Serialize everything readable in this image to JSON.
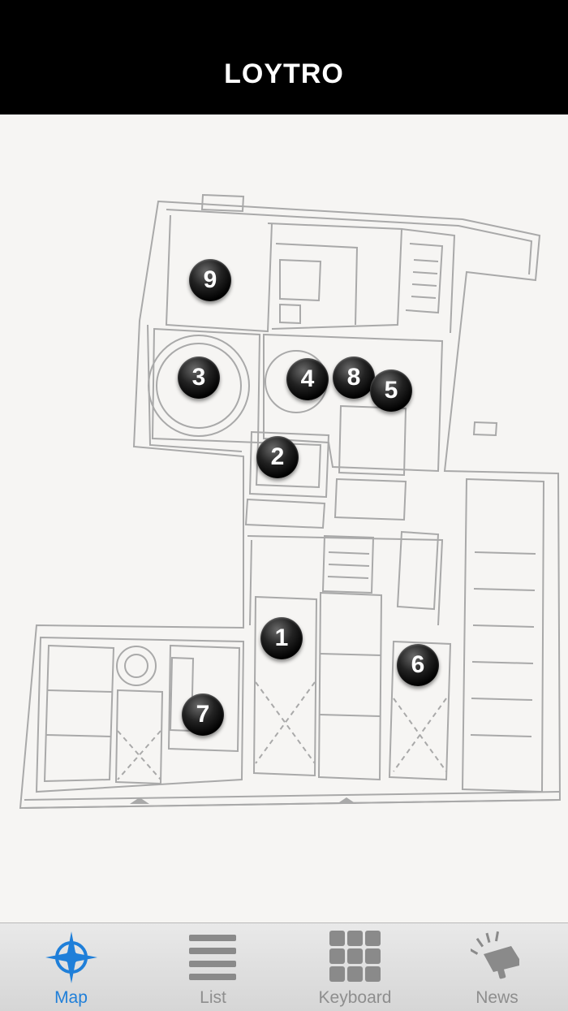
{
  "header": {
    "title": "LOYTRO"
  },
  "markers": [
    {
      "id": "1",
      "label": "1"
    },
    {
      "id": "2",
      "label": "2"
    },
    {
      "id": "3",
      "label": "3"
    },
    {
      "id": "4",
      "label": "4"
    },
    {
      "id": "5",
      "label": "5"
    },
    {
      "id": "6",
      "label": "6"
    },
    {
      "id": "7",
      "label": "7"
    },
    {
      "id": "8",
      "label": "8"
    },
    {
      "id": "9",
      "label": "9"
    }
  ],
  "tabbar": {
    "active": "map",
    "tabs": [
      {
        "id": "map",
        "label": "Map",
        "icon": "compass-icon"
      },
      {
        "id": "list",
        "label": "List",
        "icon": "list-icon"
      },
      {
        "id": "keyboard",
        "label": "Keyboard",
        "icon": "keypad-icon"
      },
      {
        "id": "news",
        "label": "News",
        "icon": "megaphone-icon"
      }
    ]
  },
  "colors": {
    "header_bg": "#000000",
    "active_tab": "#1f7fd9",
    "inactive_tab": "#8e8e8e",
    "floorplan_line": "#a9a9a9"
  }
}
